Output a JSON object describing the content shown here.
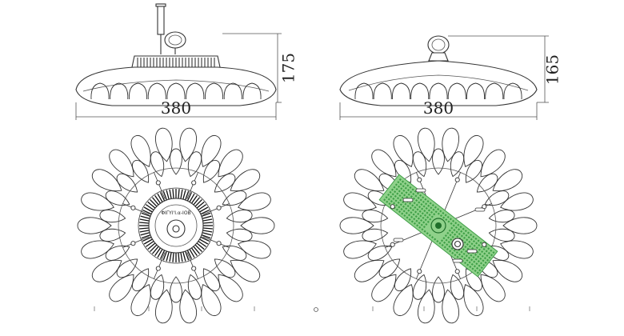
{
  "drawing": {
    "views": [
      {
        "name": "side-view-left",
        "width_label": "380",
        "height_label": "175"
      },
      {
        "name": "side-view-right",
        "width_label": "380",
        "height_label": "165"
      }
    ],
    "bottom_left": {
      "center_text": "ΦΙΓΥΙ'Ι.α-ΙΟΒ"
    },
    "colors": {
      "line": "#333333",
      "board": "#8fd18a",
      "board_dark": "#3f9f47",
      "background": "#ffffff"
    }
  }
}
